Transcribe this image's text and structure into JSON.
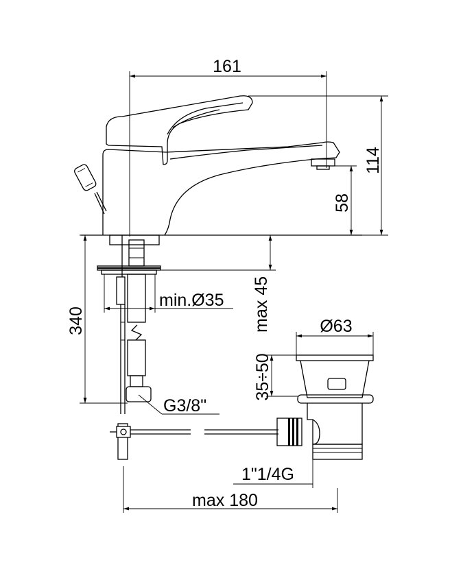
{
  "dimensions": {
    "width_161": "161",
    "height_114": "114",
    "height_58": "58",
    "height_340": "340",
    "hole_min": "min.Ø35",
    "max_45": "max 45",
    "diam_63": "Ø63",
    "range_35_50": "35÷50",
    "thread_g38": "G3/8\"",
    "thread_1_1_4": "1\"1/4G",
    "max_180": "max 180"
  },
  "colors": {
    "line": "#000000",
    "background": "#ffffff"
  }
}
